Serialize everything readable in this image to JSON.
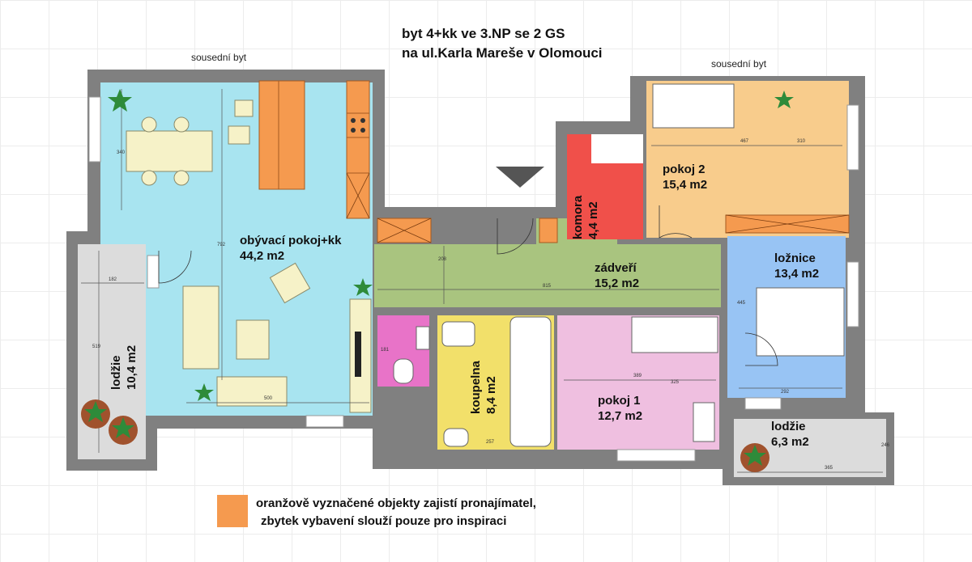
{
  "title": {
    "line1": "byt 4+kk ve 3.NP se 2 GS",
    "line2": "na ul.Karla Mareše v Olomouci"
  },
  "neighbors": {
    "left": "sousední byt",
    "right": "sousední byt"
  },
  "rooms": {
    "living": {
      "name": "obývací pokoj+kk",
      "area": "44,2 m2"
    },
    "balcony_left": {
      "name": "lodžie",
      "area": "10,4 m2"
    },
    "hall": {
      "name": "zádveří",
      "area": "15,2 m2"
    },
    "storage": {
      "name": "komora",
      "area": "4,4 m2"
    },
    "room2": {
      "name": "pokoj 2",
      "area": "15,4 m2"
    },
    "bedroom": {
      "name": "ložnice",
      "area": "13,4 m2"
    },
    "bathroom": {
      "name": "koupelna",
      "area": "8,4 m2"
    },
    "room1": {
      "name": "pokoj 1",
      "area": "12,7 m2"
    },
    "balcony_right": {
      "name": "lodžie",
      "area": "6,3 m2"
    }
  },
  "dimensions": {
    "d340": "340",
    "d792": "792",
    "d182": "182",
    "d519": "519",
    "d500": "500",
    "d208": "208",
    "d815": "815",
    "d181": "181",
    "d257": "257",
    "d389": "389",
    "d325": "325",
    "d467": "467",
    "d310": "310",
    "d445": "445",
    "d292": "292",
    "d365": "365",
    "d246": "246"
  },
  "legend": {
    "line1": "oranžově vyznačené objekty zajistí pronajímatel,",
    "line2": "zbytek vybavení slouží pouze pro inspiraci"
  },
  "colors": {
    "living": "#a8e4f0",
    "hall": "#a9c47f",
    "storage": "#f0504a",
    "room2": "#f8cc8c",
    "bedroom": "#98c4f4",
    "bathroom": "#f2e06a",
    "wc": "#e873c8",
    "room1": "#efbfe0",
    "balcony": "#dcdcdc",
    "wall": "#808080",
    "orange": "#f59a4f"
  }
}
